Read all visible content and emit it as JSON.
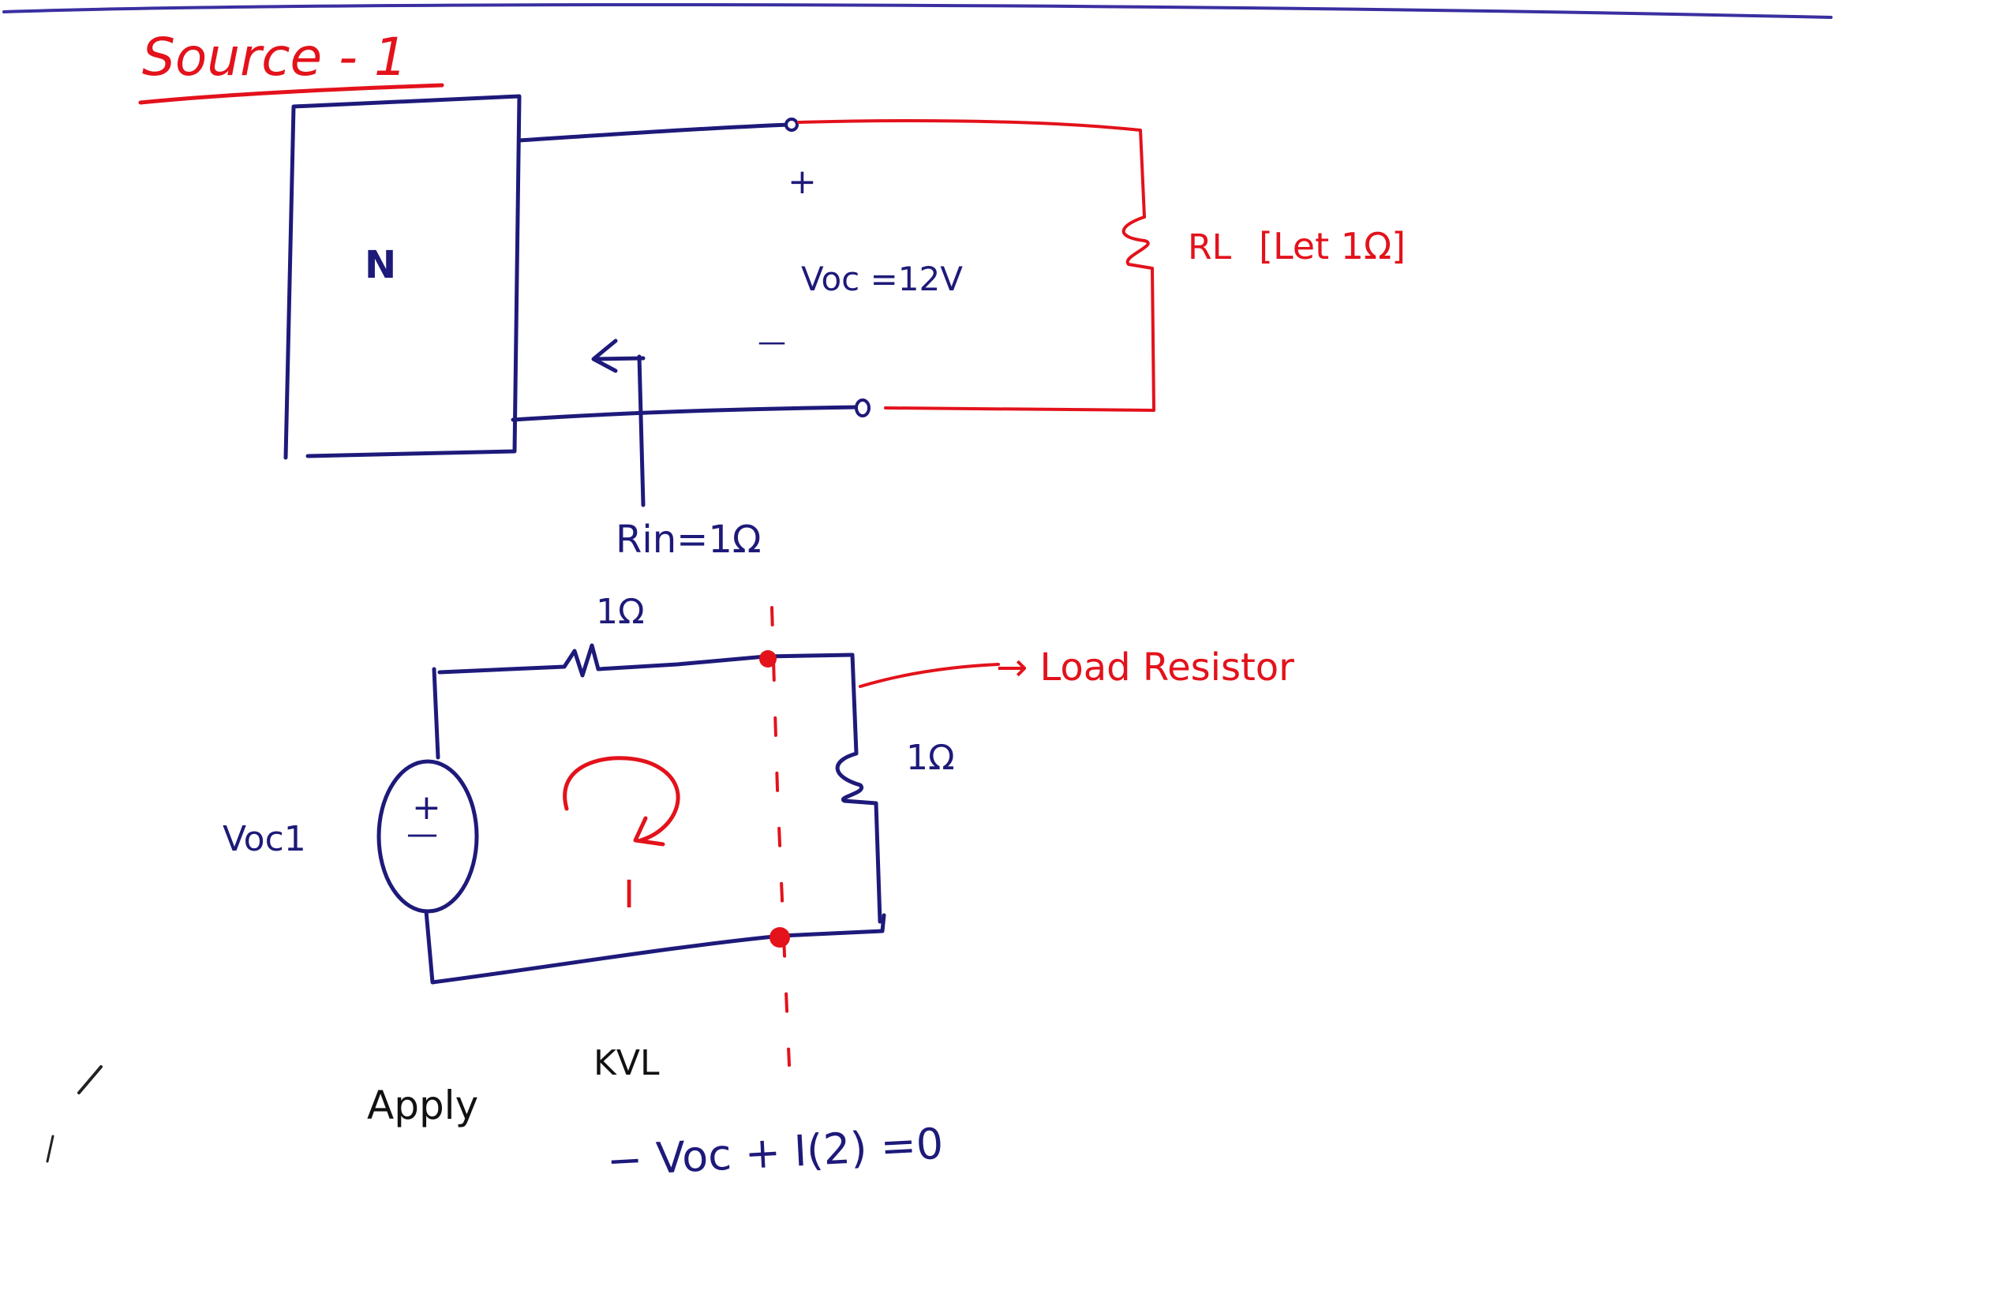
{
  "title": "Source - 1",
  "colors": {
    "blue_ink": "#1e1a7a",
    "red_ink": "#e3121b",
    "paper": "#ffffff"
  },
  "top_circuit": {
    "network_label": "N",
    "plus_sign": "+",
    "minus_sign": "—",
    "voc_label": "Voc =12V",
    "load_label": "RL",
    "load_note": "[Let 1Ω]",
    "rin_label": "Rin=1Ω"
  },
  "bottom_circuit": {
    "series_resistor_label": "1Ω",
    "load_resistor_label": "1Ω",
    "load_annotation": "→ Load Resistor",
    "source_label": "Voc1",
    "source_plus": "+",
    "source_minus": "—",
    "current_label": "I"
  },
  "equations": {
    "apply": "Apply",
    "kvl": "KVL",
    "kvl_equation": "− Voc + I(2) =0"
  }
}
